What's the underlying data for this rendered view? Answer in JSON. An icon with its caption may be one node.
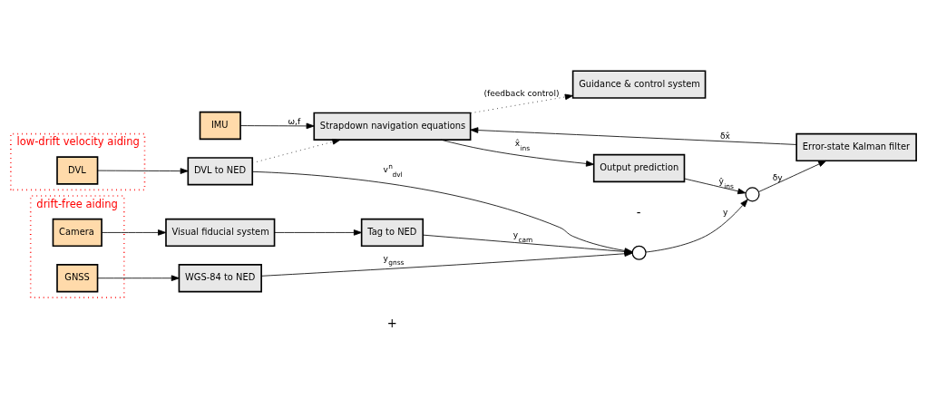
{
  "diagram": {
    "nodes": [
      {
        "text": [
          "IMU"
        ]
      },
      {
        "text": [
          "Strapdown navigation equations"
        ]
      },
      {
        "text": [
          "Guidance & control system"
        ]
      },
      {
        "text": [
          "Output prediction"
        ]
      },
      {
        "text": [
          "WGS-84 to NED"
        ]
      },
      {
        "text": [
          "drift-free aiding"
        ]
      },
      {
        "text": [
          "GNSS"
        ],
        "in": 5
      },
      {
        "text": [
          "Camera"
        ],
        "in": 5
      },
      {
        "text": [
          "Error-state Kalman filter"
        ]
      },
      {
        "text": [],
        "shape": "circle"
      },
      {
        "text": [],
        "shape": "circle"
      },
      {
        "text": [
          "Tag to NED"
        ]
      },
      {
        "text": [
          "Visual fiducial system"
        ]
      },
      {
        "text": [
          "low-drift velocity aiding"
        ]
      },
      {
        "text": [
          "DVL"
        ],
        "in": 13
      },
      {
        "text": [
          "DVL to NED"
        ]
      }
    ],
    "edges": [
      {
        "from": 0,
        "to": 1,
        "arrow": "to",
        "label": "ω,f"
      },
      {
        "from": 1,
        "to": 3,
        "arrow": "to",
        "label": "x̂$_{ins}$"
      },
      {
        "from": 1,
        "to": 2,
        "arrow": "to",
        "label": "(feedback control)",
        "style": "dashed"
      },
      {
        "from": 3,
        "to": 9,
        "arrow": "to",
        "label": "ŷ$_{ins}$"
      },
      {
        "from": 9,
        "to": 8,
        "arrow": "to",
        "label": "δy"
      },
      {
        "from": 8,
        "to": 1,
        "arrow": "to",
        "label": "δx̂"
      },
      {
        "from": 6,
        "to": 4,
        "arrow": "to"
      },
      {
        "from": 4,
        "to": 10,
        "arrow": "to",
        "label": "y$_{gnss}$"
      },
      {
        "from": 7,
        "to": 12,
        "arrow": "to"
      },
      {
        "from": 12,
        "to": 11,
        "arrow": "to"
      },
      {
        "from": 11,
        "to": 10,
        "arrow": "to",
        "label": "y$_{cam}$"
      },
      {
        "from": 10,
        "to": 9,
        "arrow": "to",
        "label": "y"
      },
      {
        "from": 14,
        "to": 15,
        "arrow": "to"
      },
      {
        "from": 15,
        "to": 10,
        "arrow": "to",
        "label": "v$^{n}$$_{dvl}$"
      },
      {
        "from": 15,
        "to": 1,
        "arrow": "to",
        "style": "dashed"
      }
    ],
    "labels": [
      "-",
      "+"
    ]
  }
}
